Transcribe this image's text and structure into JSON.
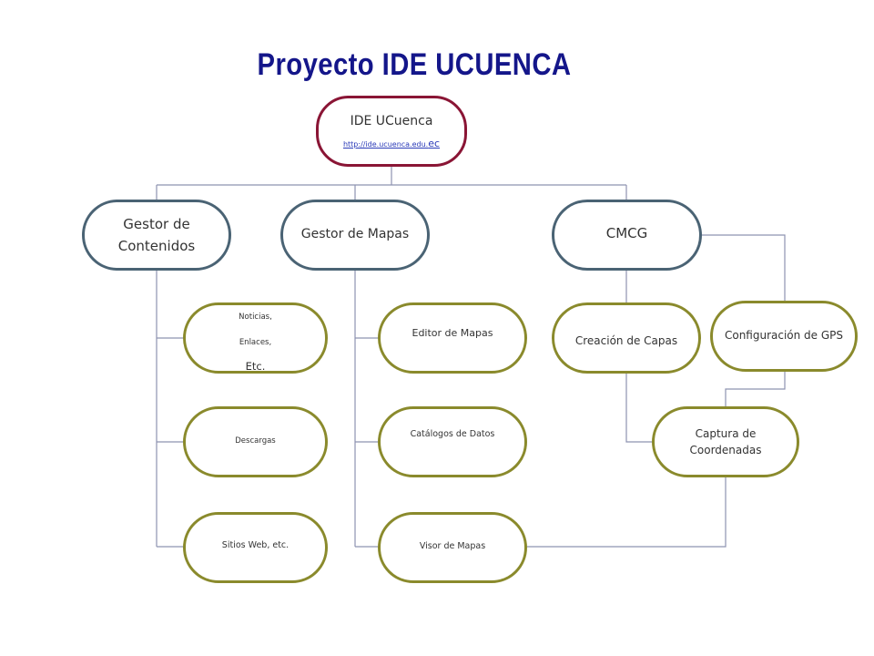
{
  "title": "Proyecto IDE UCUENCA",
  "colors": {
    "title": "#14168a",
    "root_border": "#8a1535",
    "level1_border": "#4a6374",
    "level2_border": "#8a8a2c",
    "connector": "#8e93b0",
    "link": "#2a3ab8"
  },
  "root": {
    "label": "IDE UCuenca",
    "link_main": "http://ide.ucuenca.edu.",
    "link_tail": "ec"
  },
  "level1": {
    "contenidos": "Gestor de Contenidos",
    "mapas": "Gestor de Mapas",
    "cmcg": "CMCG"
  },
  "level2": {
    "contenidos": {
      "noticias": {
        "items": [
          "Noticias,",
          "Enlaces,",
          "Etc."
        ]
      },
      "descargas": "Descargas",
      "sitios": "Sitios Web, etc."
    },
    "mapas": {
      "editor": "Editor de Mapas",
      "catalogos": "Catálogos de Datos",
      "visor": "Visor de Mapas"
    },
    "cmcg": {
      "capas": "Creación de Capas",
      "gps": "Configuración de GPS",
      "captura": "Captura de Coordenadas"
    }
  }
}
